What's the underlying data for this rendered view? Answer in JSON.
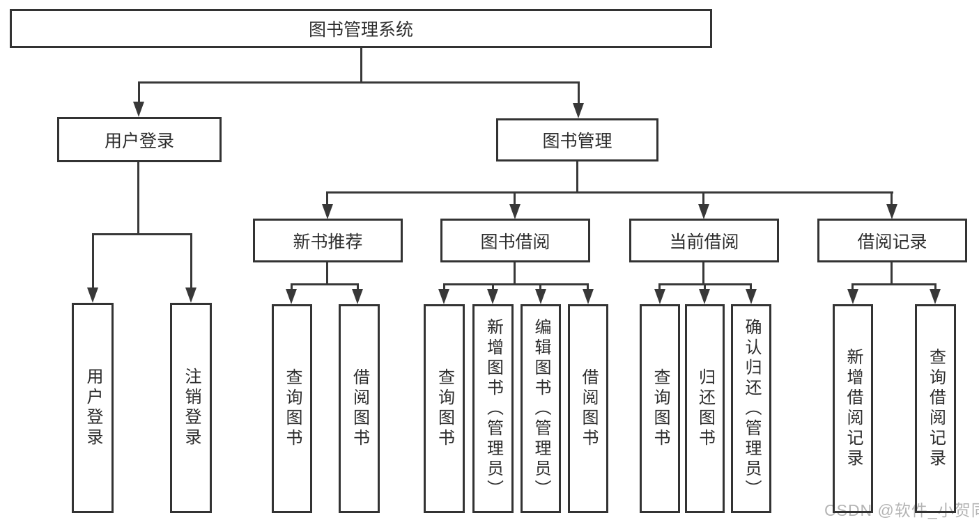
{
  "diagram": {
    "type": "hierarchy",
    "root": "图书管理系统",
    "level2": {
      "user_login": "用户登录",
      "book_management": "图书管理"
    },
    "level3": {
      "new_books": "新书推荐",
      "borrow": "图书借阅",
      "current": "当前借阅",
      "records": "借阅记录"
    },
    "leaves": {
      "user_login": [
        "用户登录",
        "注销登录"
      ],
      "new_books": [
        "查询图书",
        "借阅图书"
      ],
      "borrow": [
        "查询图书",
        "新增图书（管理员）",
        "编辑图书（管理员）",
        "借阅图书"
      ],
      "current": [
        "查询图书",
        "归还图书",
        "确认归还（管理员）"
      ],
      "records": [
        "新增借阅记录",
        "查询借阅记录"
      ]
    },
    "colors": {
      "border": "#333333",
      "line": "#383838",
      "text": "#2d2d2d",
      "watermark": "#b4b4b4",
      "background": "#ffffff"
    }
  },
  "watermark": "CSDN @软件_小贺同学"
}
